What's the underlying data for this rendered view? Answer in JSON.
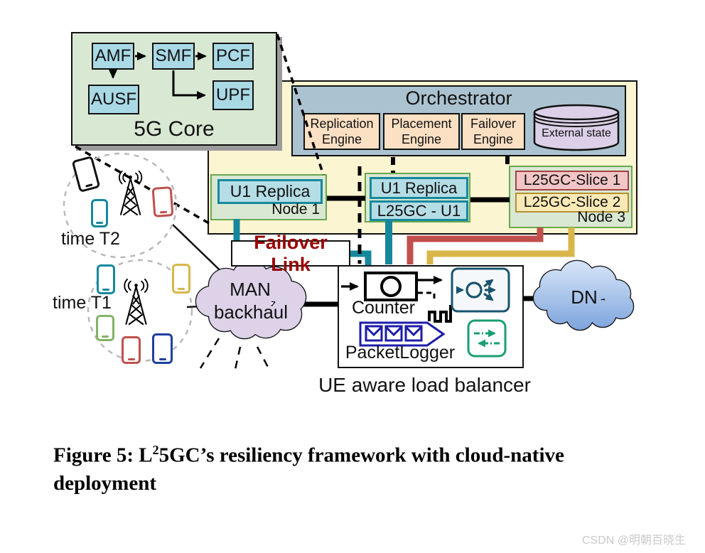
{
  "core5g": {
    "title": "5G Core",
    "nfs": [
      "AMF",
      "SMF",
      "PCF",
      "AUSF",
      "UPF"
    ]
  },
  "orchestrator": {
    "title": "Orchestrator",
    "engines": [
      {
        "label": "Replication Engine"
      },
      {
        "label": "Placement Engine"
      },
      {
        "label": "Failover Engine"
      }
    ],
    "external_state": "External state"
  },
  "nodes": {
    "node1": {
      "replica": "U1 Replica",
      "label": "Node 1"
    },
    "node2": {
      "replica": "U1 Replica",
      "primary": "L25GC - U1"
    },
    "node3": {
      "slice1": "L25GC-Slice 1",
      "slice2": "L25GC-Slice 2",
      "label": "Node 3"
    }
  },
  "failover_link_label": "Failover Link",
  "ue_groups": {
    "t2": {
      "label": "time T2",
      "phones": [
        "black",
        "teal",
        "red"
      ]
    },
    "t1": {
      "label": "time T1",
      "phones": [
        "teal",
        "yellow",
        "green",
        "red",
        "blue"
      ]
    }
  },
  "man_cloud": {
    "line1": "MAN",
    "line2": "backhaul"
  },
  "dn_cloud": {
    "label": "DN"
  },
  "load_balancer": {
    "counter_label": "Counter",
    "packet_logger_label": "PacketLogger",
    "title": "UE aware load balancer"
  },
  "figure": {
    "caption_part1": "Figure 5: L",
    "caption_sup": "2",
    "caption_part2": "5GC’s resiliency framework with cloud-native deployment"
  },
  "watermark": "CSDN @明朝百晓生",
  "colors": {
    "teal_link": "#17889c",
    "red_link": "#c0504d",
    "yellow_link": "#d9b64a",
    "node_border_green": "#6aa84f",
    "nf_fill": "#aad9e6",
    "core_fill": "#d9e8d3",
    "yellow_panel": "#fcf5d1",
    "orchestrator_fill": "#abc3d0",
    "engine_fill": "#fbe0c3",
    "external_state_fill": "#dbd0e7",
    "slice1_fill": "#f2c6c6",
    "slice2_fill": "#f9e9b6",
    "failover_text": "#990000",
    "man_cloud_fill": "#ddd2e8",
    "dn_cloud_fill": "#7fa6dd",
    "packet_logger_blue": "#1c1ca8",
    "distribution_icon_blue": "#19546e",
    "exchange_icon_green": "#1a9e74"
  }
}
